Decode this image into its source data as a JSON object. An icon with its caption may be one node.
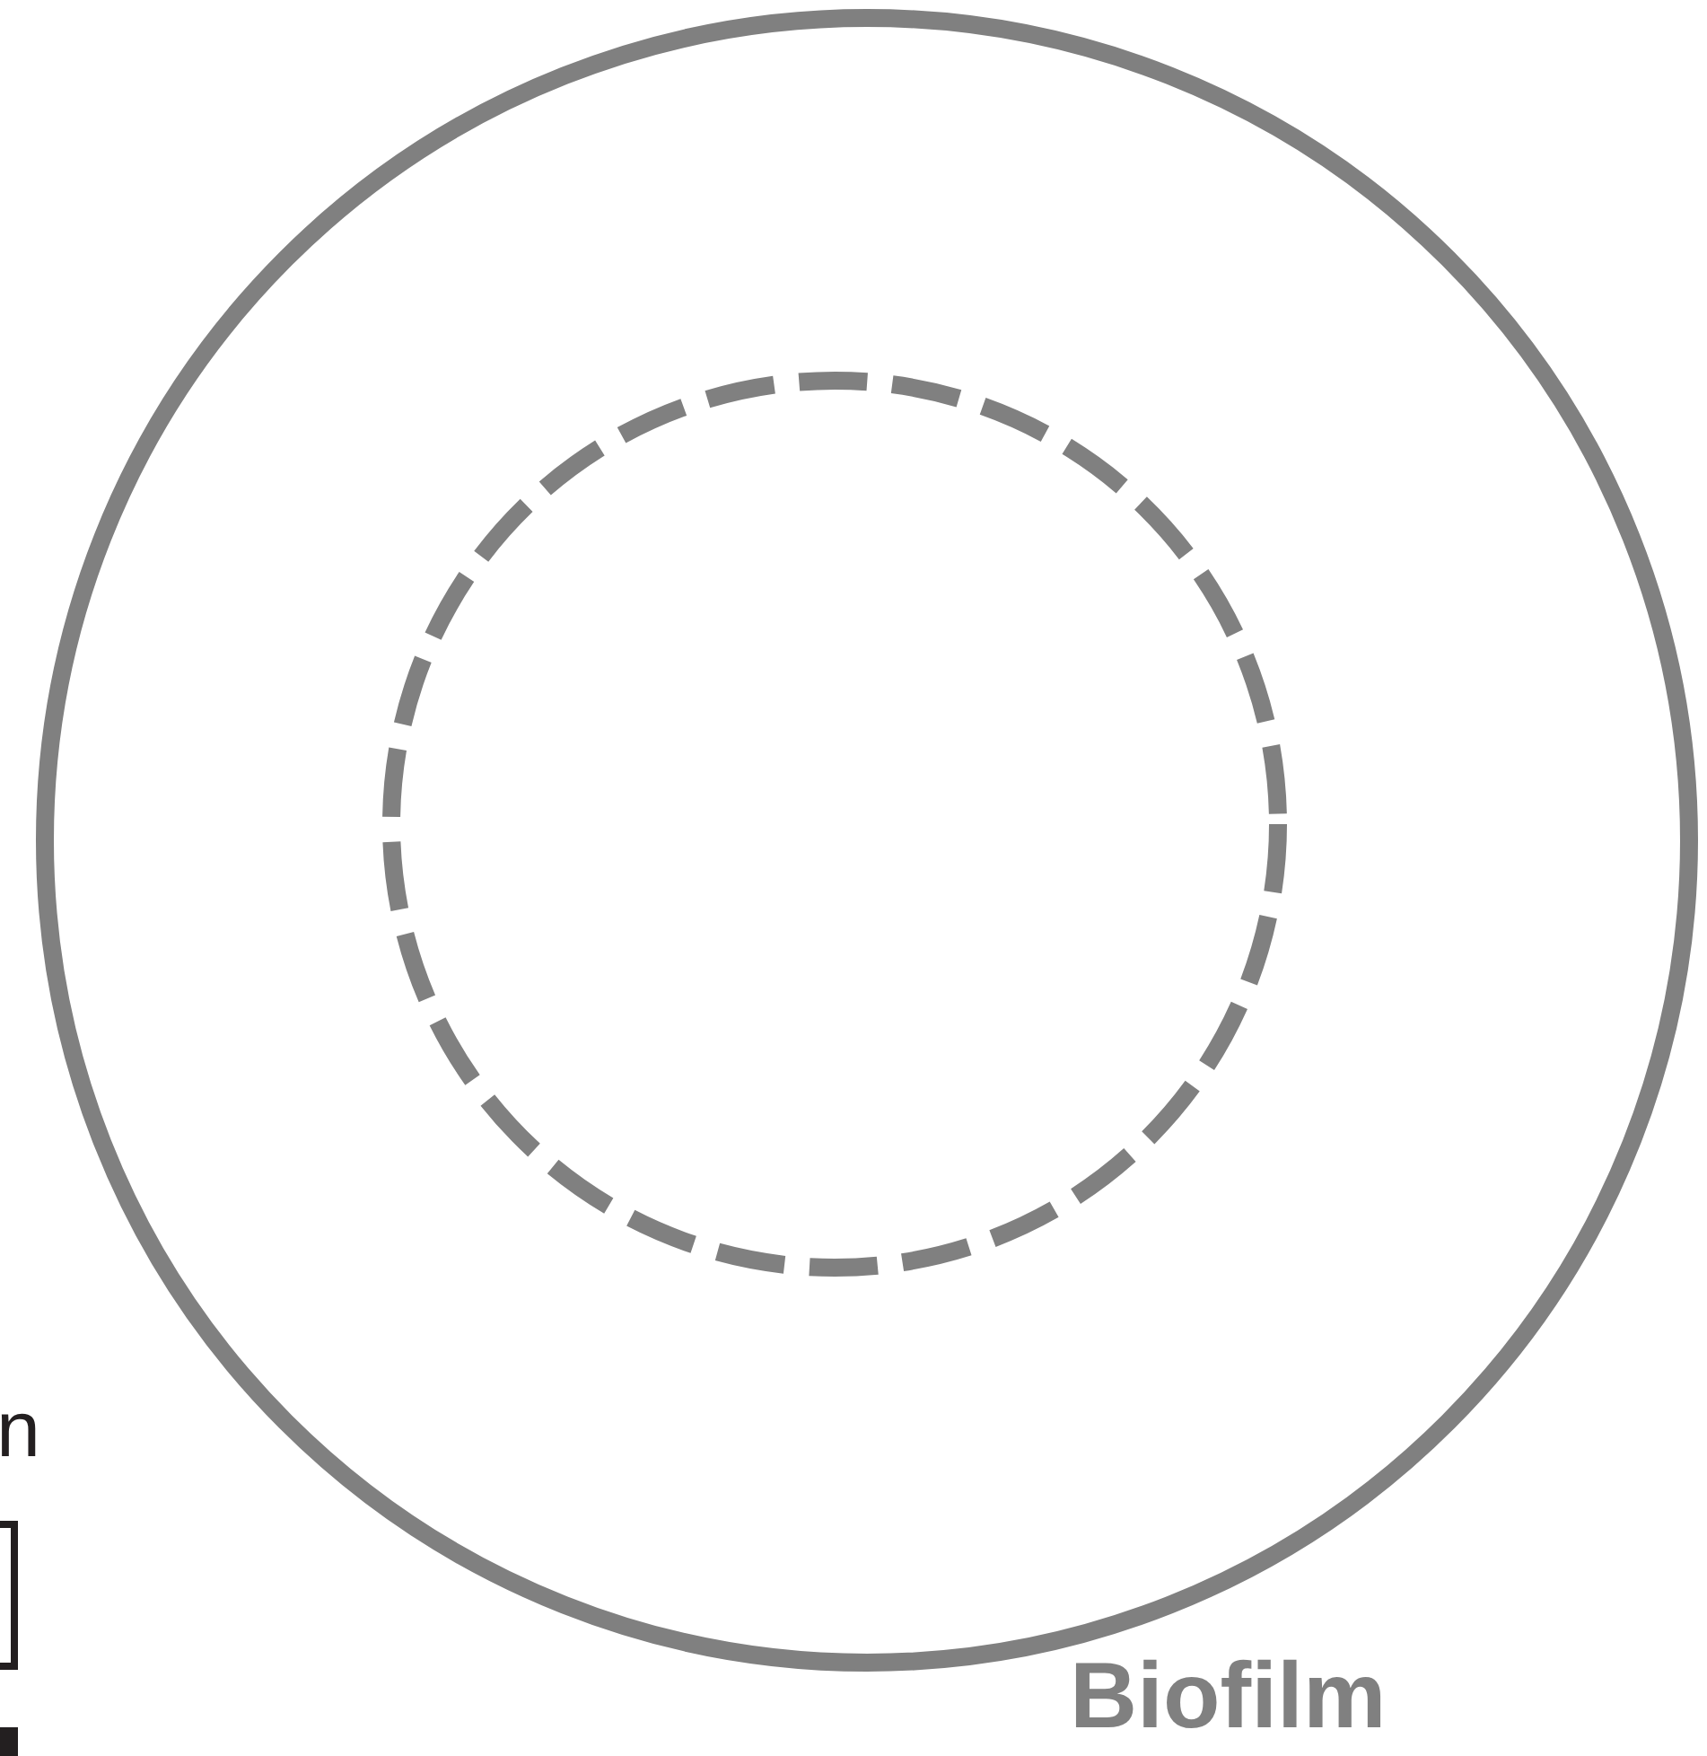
{
  "diagram": {
    "nodes": [
      {
        "text": [
          "Biofilm"
        ]
      },
      {
        "text": [],
        "shape": "circle",
        "in": 0
      }
    ],
    "labels": [
      "n"
    ]
  }
}
